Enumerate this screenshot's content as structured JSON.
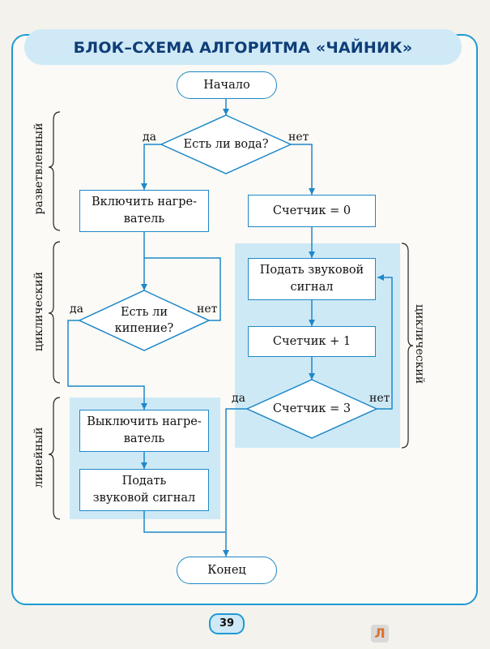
{
  "title": "БЛОК–СХЕМА АЛГОРИТМА «ЧАЙНИК»",
  "nodes": {
    "start": "Начало",
    "has_water": "Есть ли вода?",
    "heater_on": "Включить нагре-\nватель",
    "counter_zero": "Счетчик = 0",
    "boiling": "Есть ли\nкипение?",
    "sound_signal": "Подать звуковой\nсигнал",
    "counter_plus": "Счетчик + 1",
    "counter_eq3": "Счетчик = 3",
    "heater_off": "Выключить нагре-\nватель",
    "sound_signal_2": "Подать\nзвуковой сигнал",
    "end": "Конец"
  },
  "branch_labels": {
    "yes": "да",
    "no": "нет"
  },
  "side_labels": {
    "branching": "разветвленный",
    "cyclic": "циклический",
    "linear": "линейный"
  },
  "page_number": "39",
  "colors": {
    "accent": "#1e9ad4",
    "title_text": "#0f3e78",
    "highlight": "#bfe3f5"
  }
}
